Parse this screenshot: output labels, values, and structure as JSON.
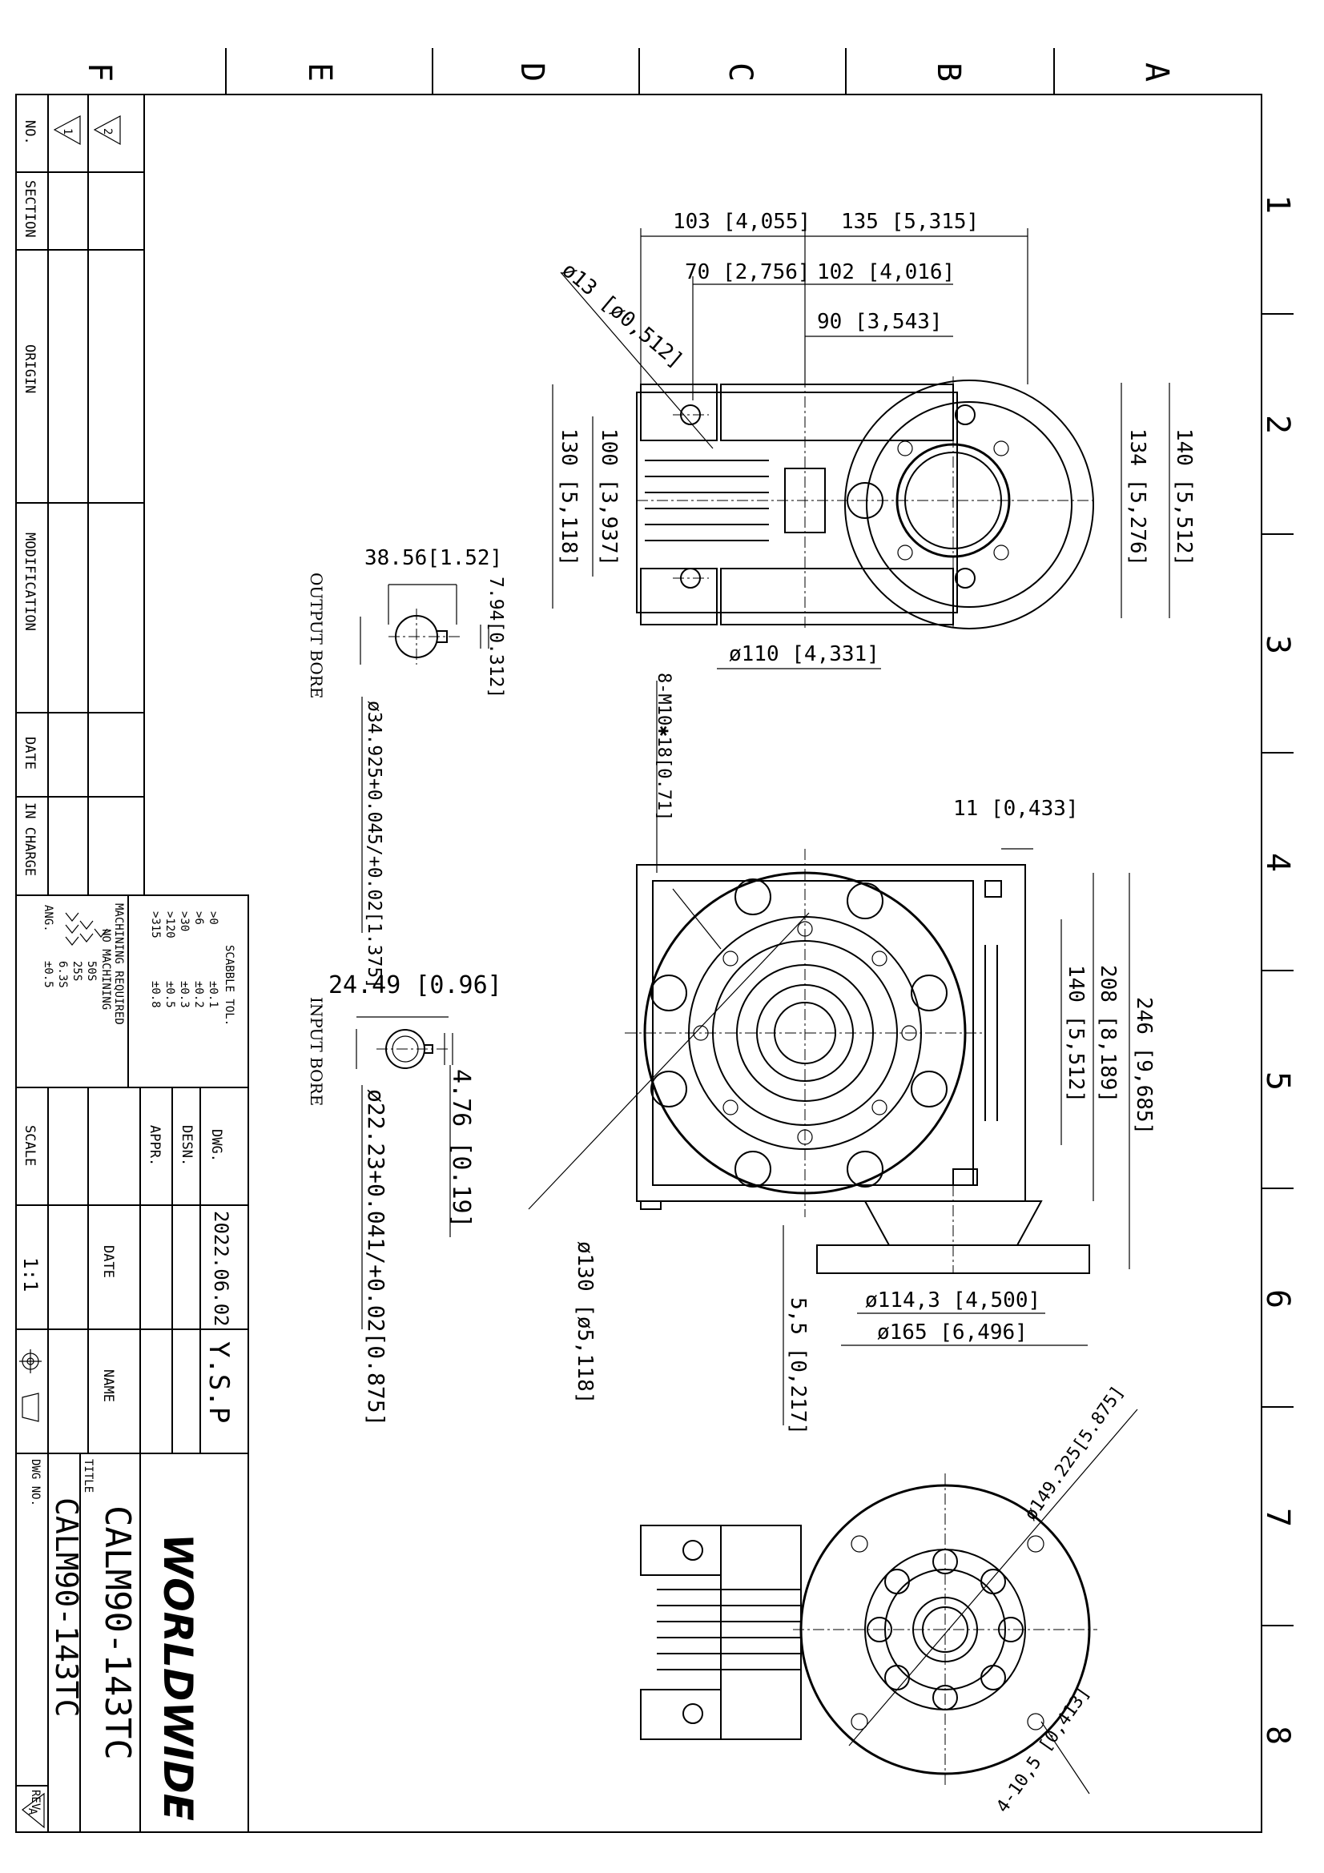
{
  "zones": {
    "columns": [
      "F",
      "E",
      "D",
      "C",
      "B",
      "A"
    ],
    "rows": [
      "1",
      "2",
      "3",
      "4",
      "5",
      "6",
      "7",
      "8"
    ]
  },
  "revision_table": {
    "headers": [
      "NO.",
      "SECTION",
      "ORIGIN",
      "MODIFICATION",
      "DATE",
      "IN CHARGE"
    ],
    "rev_marks": [
      "1",
      "2"
    ]
  },
  "tolerance_table": {
    "title": "SCABBLE TOL.",
    "rows": [
      {
        "range": ">0",
        "tol": "±0.1"
      },
      {
        "range": ">6",
        "tol": "±0.2"
      },
      {
        "range": ">30",
        "tol": "±0.3"
      },
      {
        "range": ">120",
        "tol": "±0.5"
      },
      {
        "range": ">315",
        "tol": "±0.8"
      }
    ],
    "machining_label": "MACHINING REQUIRED",
    "no_machining_label": "NO MACHINING",
    "finish_values": [
      "50S",
      "25S",
      "6.3S"
    ],
    "ang_label": "ANG.",
    "ang_tol": "±0.5"
  },
  "title_block": {
    "dwg_label": "DWG.",
    "desn_label": "DESN.",
    "appr_label": "APPR.",
    "date_label": "DATE",
    "name_label": "NAME",
    "scale_label": "SCALE",
    "scale_value": "1:1",
    "date_value": "2022.06.02",
    "name_value": "Y.S.P",
    "company": "WORLDWIDE",
    "title_label": "TITLE",
    "title_value": "CALM90-143TC",
    "dwg_no_label": "DWG NO.",
    "dwg_no_value": "CALM90-143TC",
    "rev_label": "REV",
    "rev_value": "A"
  },
  "views": {
    "output_bore_label": "OUTPUT BORE",
    "input_bore_label": "INPUT BORE"
  },
  "dimensions": {
    "top_103": "103 [4,055]",
    "top_135": "135 [5,315]",
    "top_70": "70 [2,756]",
    "top_102": "102 [4,016]",
    "top_90": "90 [3,543]",
    "top_hole": "ø13 [ø0,512]",
    "top_130": "130 [5,118]",
    "top_100": "100 [3,937]",
    "top_134": "134 [5,276]",
    "top_140": "140 [5,512]",
    "top_110": "ø110 [4,331]",
    "out_38": "38.56[1.52]",
    "out_794": "7.94[0.312]",
    "out_bore": "ø34.925+0.045/+0.02[1.375]",
    "in_2449": "24.49 [0.96]",
    "in_476": "4.76 [0.19]",
    "in_bore": "ø22.23+0.041/+0.02[0.875]",
    "mid_thread": "8-M10✱18[0.71]",
    "mid_11": "11 [0,433]",
    "mid_140": "140 [5,512]",
    "mid_208": "208 [8,189]",
    "mid_246": "246 [9,685]",
    "mid_130": "ø130 [ø5,118]",
    "mid_55": "5,5 [0,217]",
    "mid_1143": "ø114,3 [4,500]",
    "mid_165": "ø165 [6,496]",
    "bot_149": "ø149.225[5.875]",
    "bot_holes": "4-10,5 [0,413]"
  }
}
